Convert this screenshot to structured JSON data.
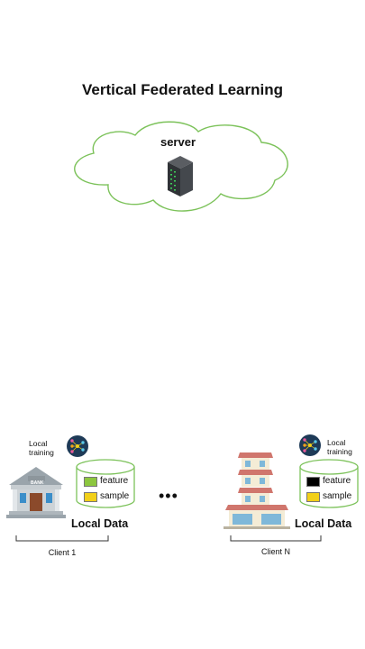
{
  "title": "Vertical Federated Learning",
  "server": {
    "label": "server",
    "icon": "server-rack-icon",
    "cloud_color": "#7cc25a"
  },
  "clients": [
    {
      "name": "Client 1",
      "institution_icon": "bank-building-icon",
      "bank_sign": "BANK",
      "local_training": [
        "Local",
        "training"
      ],
      "local_data": "Local Data",
      "legend": [
        {
          "label": "feature",
          "color": "#8cc63f"
        },
        {
          "label": "sample",
          "color": "#f2d019"
        }
      ]
    },
    {
      "name": "Client N",
      "institution_icon": "shop-building-icon",
      "local_training": [
        "Local",
        "training"
      ],
      "local_data": "Local Data",
      "legend": [
        {
          "label": "feature",
          "color": "#000000"
        },
        {
          "label": "sample",
          "color": "#f2d019"
        }
      ]
    }
  ],
  "ellipsis": "•••"
}
